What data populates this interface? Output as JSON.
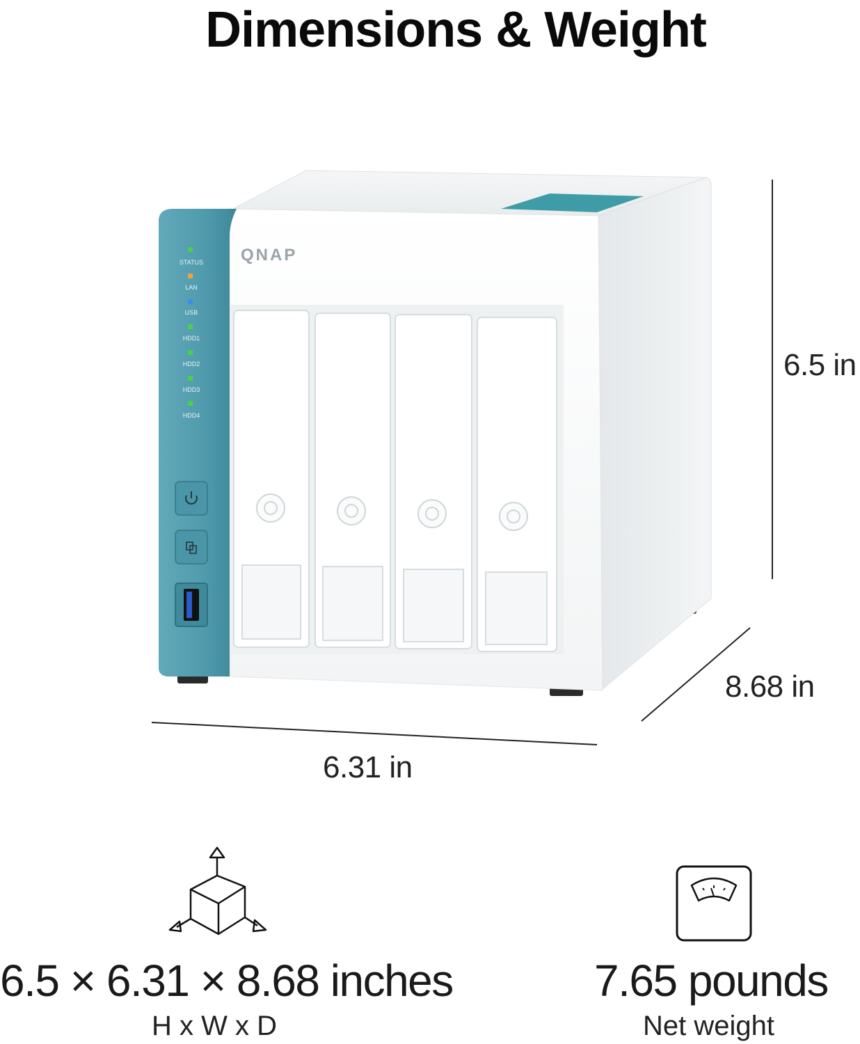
{
  "header": {
    "title": "Dimensions & Weight"
  },
  "device": {
    "brand": "QNAP",
    "led_labels": [
      "STATUS",
      "LAN",
      "USB",
      "HDD1",
      "HDD2",
      "HDD3",
      "HDD4"
    ],
    "led_colors": [
      "#47d14a",
      "#f2a23a",
      "#3b8ef0",
      "#47d14a",
      "#47d14a",
      "#47d14a",
      "#47d14a"
    ],
    "panel_color": "#4f9aac",
    "drive_bays": 4
  },
  "dimensions": {
    "height_label": "6.5 in",
    "depth_label": "8.68 in",
    "width_label": "6.31 in"
  },
  "specs": {
    "size": {
      "value": "6.5 × 6.31 × 8.68 inches",
      "caption": "H x W x D",
      "icon": "cube-dimensions-icon"
    },
    "weight": {
      "value": "7.65 pounds",
      "caption": "Net weight",
      "icon": "weighing-scale-icon"
    }
  }
}
